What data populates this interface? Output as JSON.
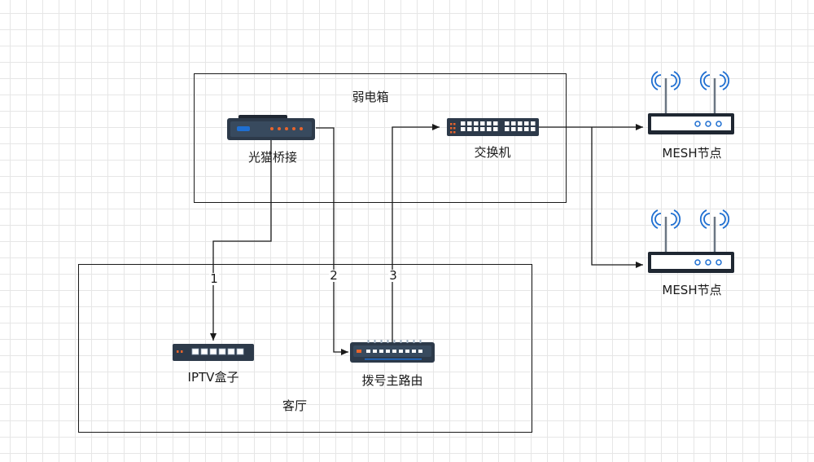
{
  "containers": {
    "weak_box": "弱电箱",
    "living_room": "客厅"
  },
  "devices": {
    "optical_modem": "光猫桥接",
    "switch": "交换机",
    "iptv": "IPTV盒子",
    "router": "拨号主路由",
    "mesh_1": "MESH节点",
    "mesh_2": "MESH节点"
  },
  "links": {
    "port_1": "1",
    "port_2": "2",
    "port_3": "3"
  },
  "colors": {
    "device_dark": "#2d3a4a",
    "port_orange": "#e8642c",
    "led_blue": "#1f6fd1",
    "line": "#1a1a1a"
  }
}
